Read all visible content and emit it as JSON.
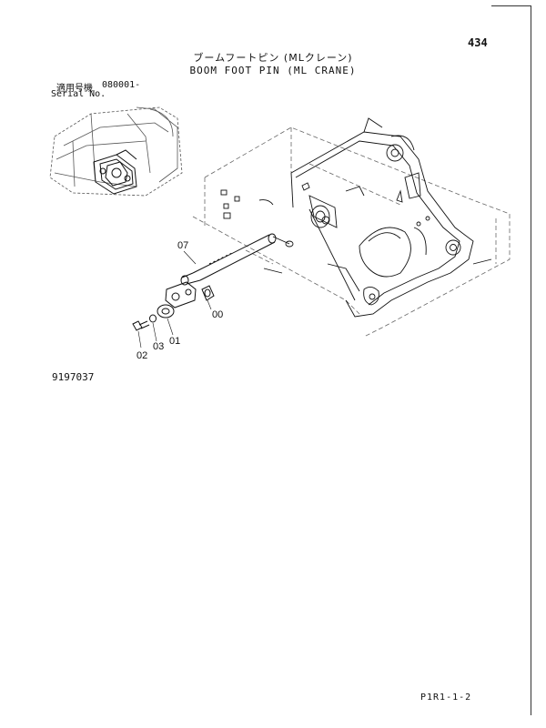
{
  "page_number": "434",
  "title_jp": "ブームフートピン (MLクレーン)",
  "title_en": "BOOM FOOT PIN (ML CRANE)",
  "serial": {
    "label_jp": "適用号機",
    "value": "080001-",
    "label_en": "Serial No."
  },
  "callouts": [
    {
      "id": "07",
      "label": "07"
    },
    {
      "id": "00",
      "label": "00"
    },
    {
      "id": "01",
      "label": "01"
    },
    {
      "id": "03",
      "label": "03"
    },
    {
      "id": "02",
      "label": "02"
    }
  ],
  "drawing_number": "9197037",
  "page_code": "P1R1-1-2"
}
